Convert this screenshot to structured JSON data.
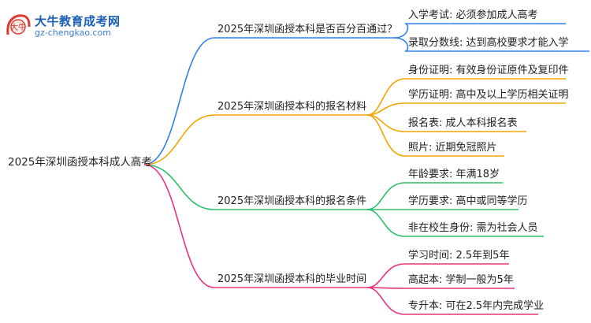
{
  "logo": {
    "title": "大牛教育成考网",
    "url": "gz-chengkao.com",
    "mark_text": "大牛"
  },
  "root": {
    "label": "2025年深圳函授本科成人高考"
  },
  "branches": [
    {
      "label": "2025年深圳函授本科是否百分百通过？",
      "color": "#2f80ed",
      "leaves": [
        "入学考试: 必须参加成人高考",
        "录取分数线: 达到高校要求才能入学"
      ]
    },
    {
      "label": "2025年深圳函授本科的报名材料",
      "color": "#f0a500",
      "leaves": [
        "身份证明: 有效身份证原件及复印件",
        "学历证明: 高中及以上学历相关证明",
        "报名表: 成人本科报名表",
        "照片: 近期免冠照片"
      ]
    },
    {
      "label": "2025年深圳函授本科的报名条件",
      "color": "#2bbf6a",
      "leaves": [
        "年龄要求: 年满18岁",
        "学历要求: 高中或同等学历",
        "非在校生身份: 需为社会人员"
      ]
    },
    {
      "label": "2025年深圳函授本科的毕业时间",
      "color": "#e8337c",
      "leaves": [
        "学习时间: 2.5年到5年",
        "高起本: 学制一般为5年",
        "专升本: 可在2.5年内完成学业"
      ]
    }
  ]
}
